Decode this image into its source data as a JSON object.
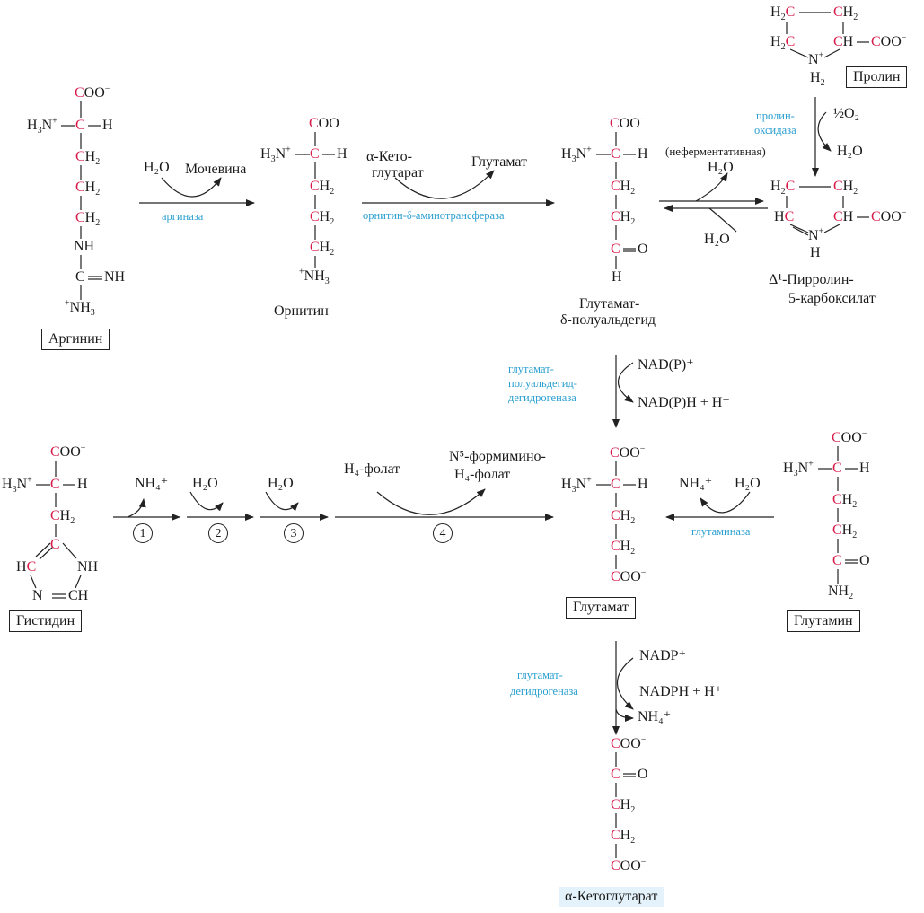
{
  "colors": {
    "carbon": "#d81b4a",
    "enzyme": "#2a9fd0",
    "text": "#1a1a1a"
  },
  "compounds": {
    "arginine": "Аргинин",
    "ornithine": "Орнитин",
    "glutamate_semialdehyde_1": "Глутамат-",
    "glutamate_semialdehyde_2": "δ-полуальдегид",
    "pyrroline_1": "Δ¹-Пирролин-",
    "pyrroline_2": "5-карбоксилат",
    "proline": "Пролин",
    "histidine": "Гистидин",
    "glutamate": "Глутамат",
    "glutamine": "Глутамин",
    "ketoglutarate": "α-Кетоглутарат"
  },
  "reagents": {
    "h2o": "H₂O",
    "urea": "Мочевина",
    "a_ketoglutarate_1": "α-Кето-",
    "a_ketoglutarate_2": "глутарат",
    "glutamate": "Глутамат",
    "nonenzymatic": "(неферментативная)",
    "half_o2": "½O₂",
    "nadp_plus": "NAD(P)⁺",
    "nadph": "NAD(P)H + H⁺",
    "nh4": "NH₄⁺",
    "h4_folate": "H₄-фолат",
    "formimino_1": "N⁵-формимино-",
    "formimino_2": "H₄-фолат",
    "nadp": "NADP⁺",
    "nadph2": "NADPH + H⁺"
  },
  "enzymes": {
    "arginase": "аргиназа",
    "ornithine_transaminase": "орнитин-δ-аминотрансфераза",
    "proline_oxidase_1": "пролин-",
    "proline_oxidase_2": "оксидаза",
    "semialdehyde_dh_1": "глутамат-",
    "semialdehyde_dh_2": "полуальдегид-",
    "semialdehyde_dh_3": "дегидрогеназа",
    "glutaminase": "глутаминаза",
    "glutamate_dh_1": "глутамат-",
    "glutamate_dh_2": "дегидрогеназа"
  },
  "steps": [
    "1",
    "2",
    "3",
    "4"
  ]
}
